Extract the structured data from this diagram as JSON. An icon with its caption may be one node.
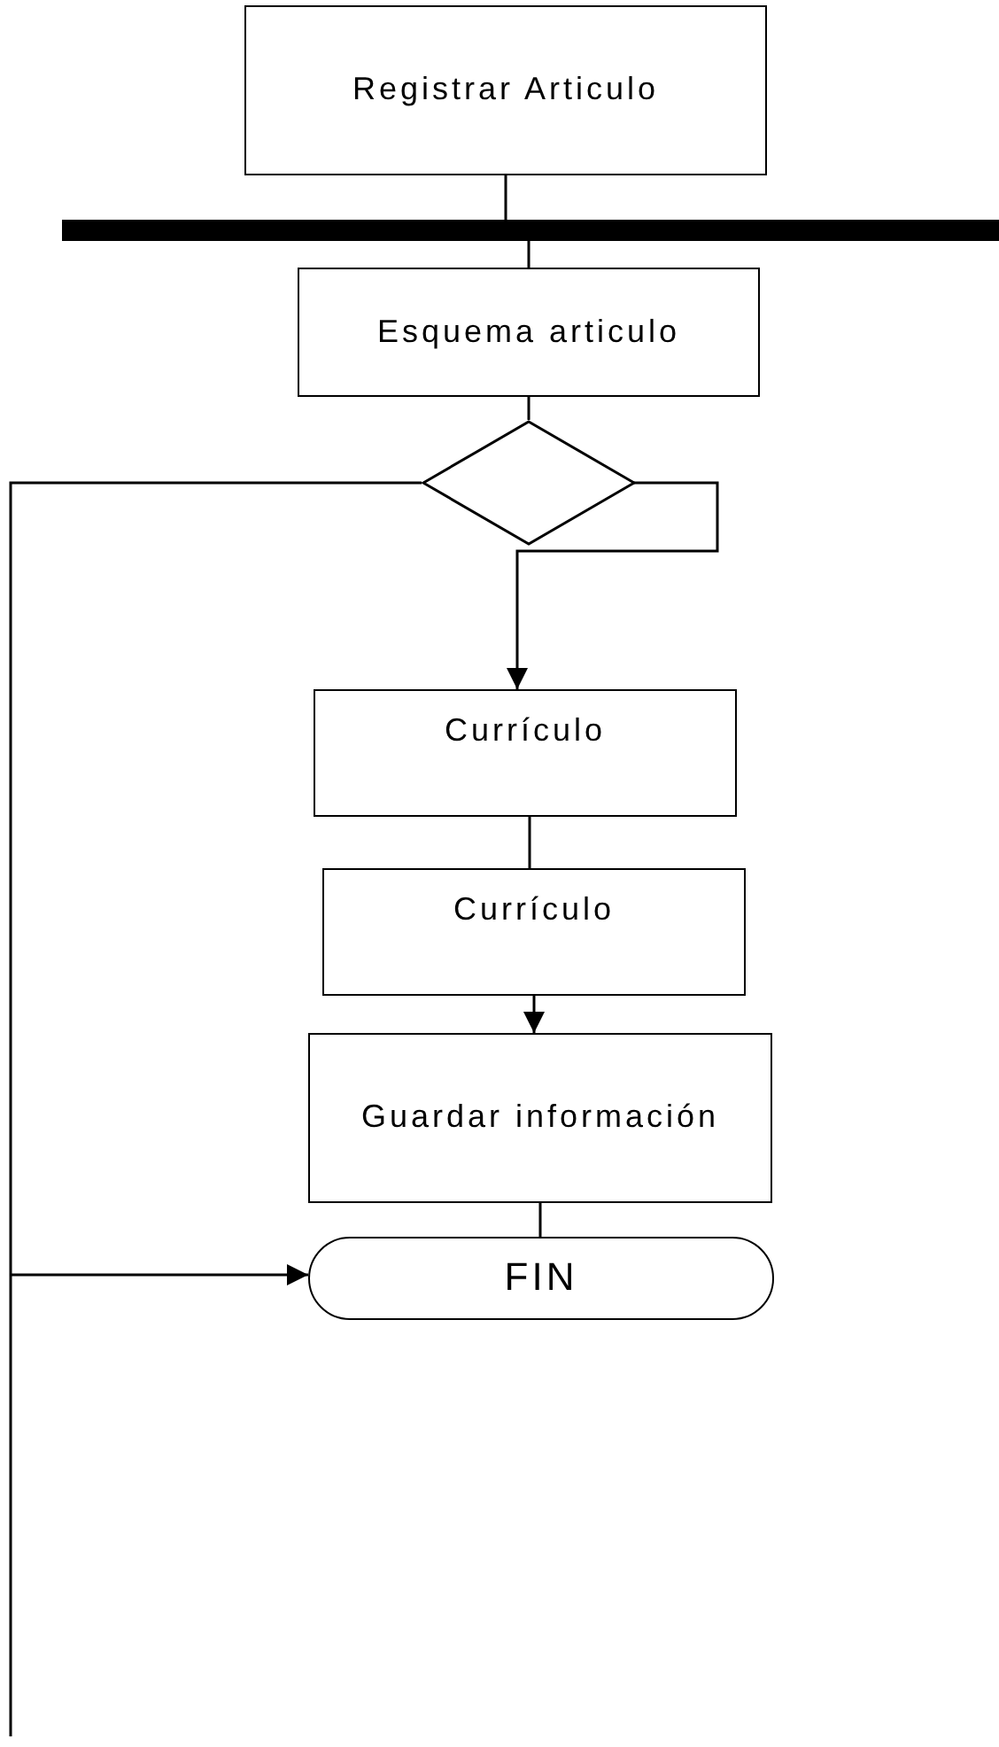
{
  "diagram": {
    "nodes": [
      {
        "text": [
          "Registrar Articulo"
        ]
      },
      {
        "text": [],
        "shape": "bar"
      },
      {
        "text": [
          "Esquema articulo"
        ]
      },
      {
        "text": [],
        "shape": "diamond"
      },
      {
        "text": [
          "Currículo"
        ]
      },
      {
        "text": [
          "Currículo"
        ]
      },
      {
        "text": [
          "Guardar información"
        ]
      },
      {
        "text": [
          "FIN"
        ]
      }
    ],
    "edges": [
      {
        "from": 0,
        "to": 1,
        "arrow": "none"
      },
      {
        "from": 1,
        "to": 2,
        "arrow": "none"
      },
      {
        "from": 2,
        "to": 3,
        "arrow": "none"
      },
      {
        "from": 3,
        "to": 4,
        "arrow": "to"
      },
      {
        "from": 3,
        "to": 7,
        "arrow": "to"
      },
      {
        "from": 4,
        "to": 5,
        "arrow": "none"
      },
      {
        "from": 5,
        "to": 6,
        "arrow": "to"
      },
      {
        "from": 6,
        "to": 7,
        "arrow": "none"
      }
    ]
  }
}
